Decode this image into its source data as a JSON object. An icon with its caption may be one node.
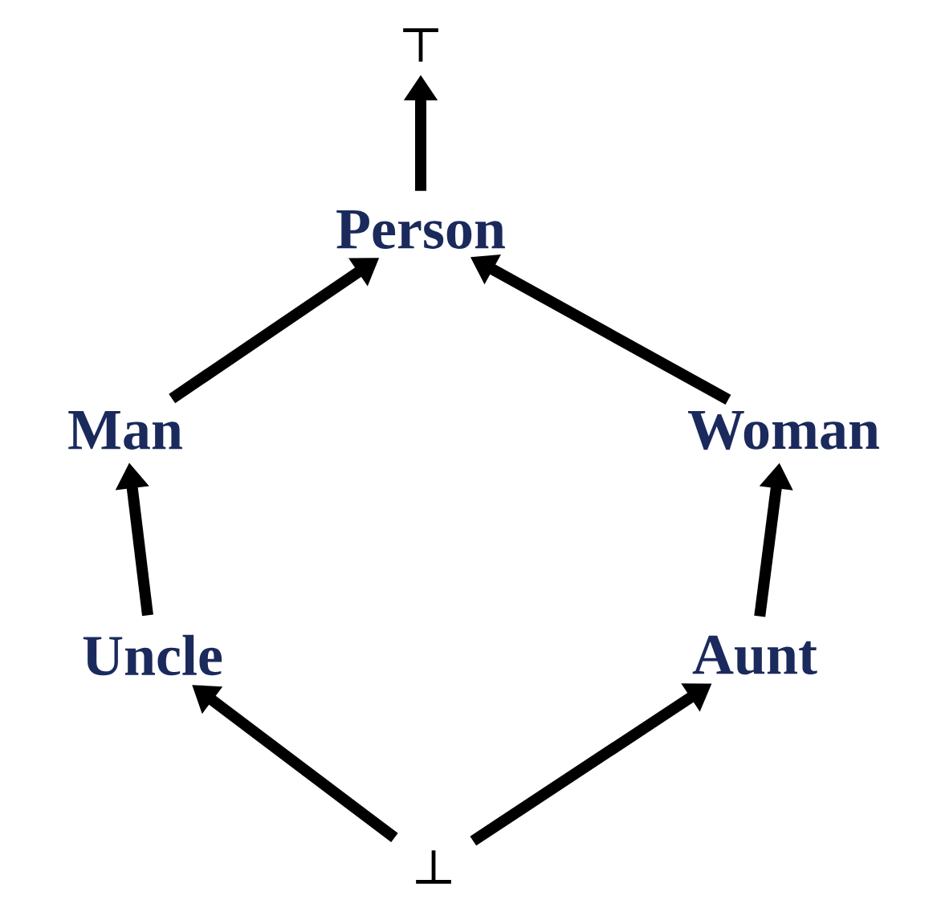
{
  "diagram": {
    "nodes": [
      {
        "text": [
          "⊤"
        ]
      },
      {
        "text": [
          "Person"
        ]
      },
      {
        "text": [
          "Man"
        ]
      },
      {
        "text": [
          "Woman"
        ]
      },
      {
        "text": [
          "Uncle"
        ]
      },
      {
        "text": [
          "Aunt"
        ]
      },
      {
        "text": [
          "⊥"
        ]
      }
    ],
    "edges": [
      {
        "from": 1,
        "to": 0,
        "arrow": "to"
      },
      {
        "from": 2,
        "to": 1,
        "arrow": "to"
      },
      {
        "from": 3,
        "to": 1,
        "arrow": "to"
      },
      {
        "from": 4,
        "to": 2,
        "arrow": "to"
      },
      {
        "from": 5,
        "to": 3,
        "arrow": "to"
      },
      {
        "from": 6,
        "to": 4,
        "arrow": "to"
      },
      {
        "from": 6,
        "to": 5,
        "arrow": "to"
      }
    ]
  }
}
